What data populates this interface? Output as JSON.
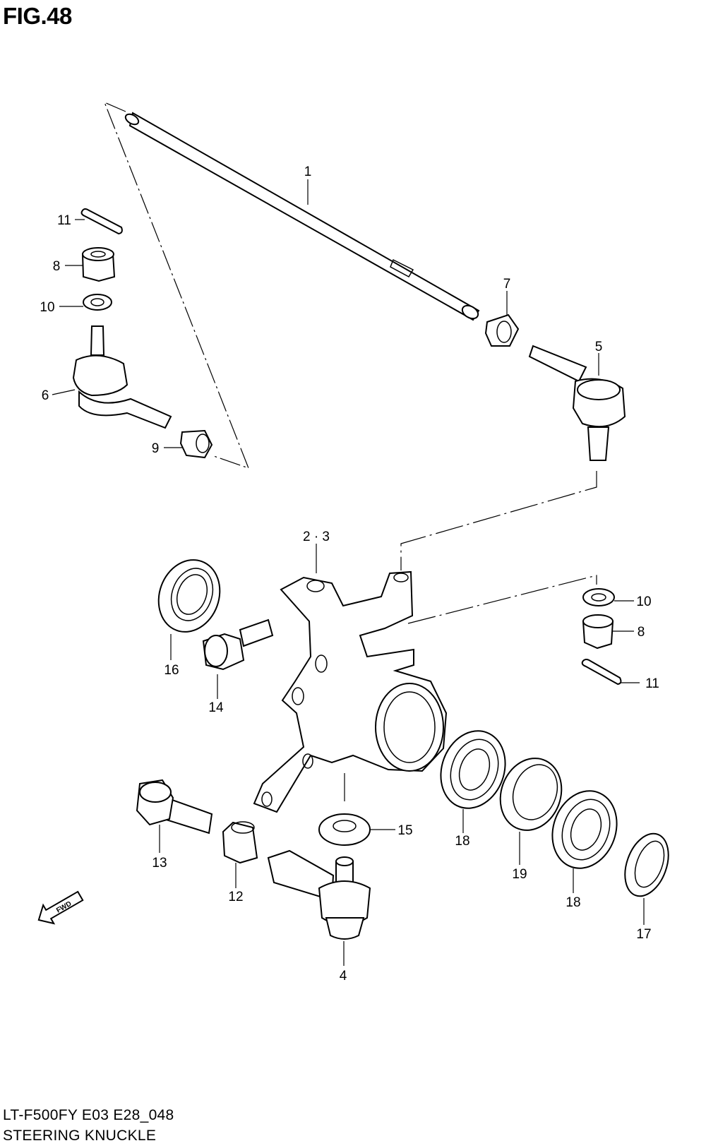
{
  "figure": {
    "title": "FIG.48",
    "model_code": "LT-F500FY E03 E28_048",
    "section_name": "STEERING KNUCKLE"
  },
  "callouts": {
    "c1": "1",
    "c2_3": "2 · 3",
    "c4": "4",
    "c5": "5",
    "c6": "6",
    "c7": "7",
    "c8_left": "8",
    "c8_right": "8",
    "c9": "9",
    "c10_left": "10",
    "c10_right": "10",
    "c11_left": "11",
    "c11_right": "11",
    "c12": "12",
    "c13": "13",
    "c14": "14",
    "c15": "15",
    "c16": "16",
    "c17": "17",
    "c18_a": "18",
    "c18_b": "18",
    "c19": "19"
  },
  "direction_marker": {
    "label": "FWD"
  }
}
